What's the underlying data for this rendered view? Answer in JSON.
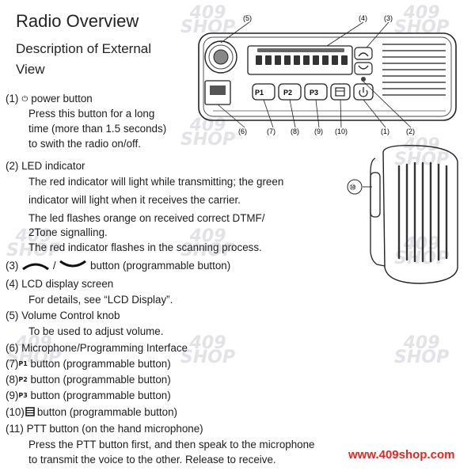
{
  "title": "Radio Overview",
  "subtitle_1": "Description of External",
  "subtitle_2": "View",
  "items": {
    "power": {
      "num": "(1)",
      "label": "power button",
      "icon": "power-icon",
      "d1": "Press this button for a long",
      "d2": "time (more than 1.5 seconds)",
      "d3": "to swith the radio on/off."
    },
    "led": {
      "num": "(2)",
      "label": "LED indicator",
      "d1": "The red indicator will light while transmitting; the green",
      "d2": "indicator will light when it receives the carrier.",
      "d3": "The led flashes orange on received correct DTMF/",
      "d4": "2Tone signalling.",
      "d5": "The red indicator flashes in the scanning process."
    },
    "updown": {
      "num": "(3)",
      "sep": "/",
      "label": "button (programmable button)"
    },
    "lcd": {
      "num": "(4)",
      "label": "LCD display screen",
      "d1": "For details, see “LCD Display”."
    },
    "volume": {
      "num": "(5)",
      "label": "Volume Control knob",
      "d1": "To be used to adjust volume."
    },
    "mic": {
      "num": "(6)",
      "label": "Microphone/Programming Interface"
    },
    "p1": {
      "num": "(7)",
      "key": "P1",
      "label": "button (programmable button)"
    },
    "p2": {
      "num": "(8)",
      "key": "P2",
      "label": "button (programmable button)"
    },
    "p3": {
      "num": "(9)",
      "key": "P3",
      "label": "button (programmable button)"
    },
    "menu": {
      "num": "(10)",
      "label": "button (programmable button)"
    },
    "ptt": {
      "num": "(11)",
      "label": "PTT button (on the hand microphone)",
      "d1": "Press the PTT button first, and then speak to the microphone",
      "d2": "to transmit the voice to the other. Release to receive."
    }
  },
  "diagram": {
    "callouts": [
      "(5)",
      "(4)",
      "(3)",
      "(6)",
      "(7)",
      "(8)",
      "(9)",
      "(10)",
      "(1)",
      "(2)"
    ],
    "mic_callout": "⑩",
    "keys": [
      "P1",
      "P2",
      "P3"
    ]
  },
  "watermark": {
    "line1": "409",
    "line2": "SHOP"
  },
  "website": "www.409shop.com",
  "colors": {
    "text": "#1c1c1c",
    "website": "#e1271f",
    "watermark": "#a0a0b4"
  }
}
